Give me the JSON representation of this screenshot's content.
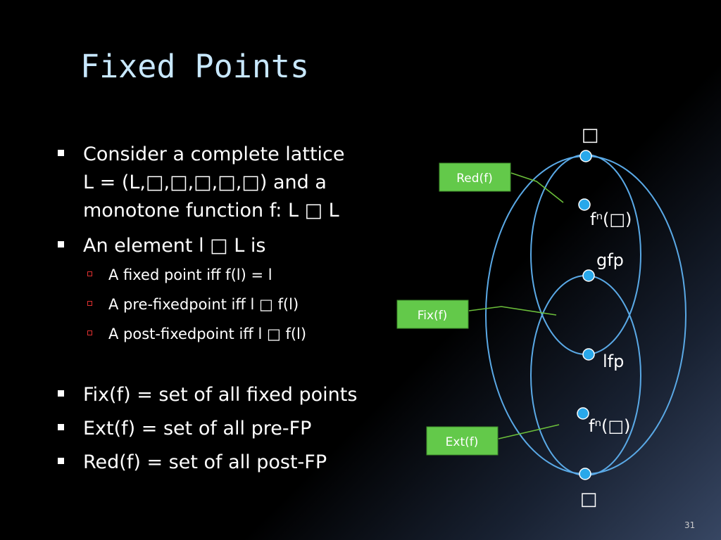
{
  "slide": {
    "title": "Fixed Points",
    "page_number": "31"
  },
  "bullets": [
    {
      "level": 1,
      "lines": [
        "Consider a complete lattice",
        "L = (L,□,□,□,□,□) and a",
        "monotone function f: L □ L"
      ]
    },
    {
      "level": 1,
      "lines": [
        "An element l □ L is"
      ]
    },
    {
      "level": 2,
      "lines": [
        "A fixed point iff f(l) = l"
      ]
    },
    {
      "level": 2,
      "lines": [
        "A pre-fixedpoint iff l □ f(l)"
      ]
    },
    {
      "level": 2,
      "lines": [
        "A post-fixedpoint iff l □ f(l)"
      ]
    },
    {
      "level": 1,
      "lines": [
        "Fix(f) = set of all fixed points"
      ]
    },
    {
      "level": 1,
      "lines": [
        "Ext(f) = set of all pre-FP"
      ]
    },
    {
      "level": 1,
      "lines": [
        "Red(f) = set of all post-FP"
      ]
    }
  ],
  "diagram": {
    "top_symbol": "□",
    "bottom_symbol": "□",
    "node_labels": {
      "fn_top": "fⁿ(□)",
      "gfp": "gfp",
      "lfp": "lfp",
      "fn_bottom": "fⁿ(□)"
    },
    "boxes": {
      "red": "Red(f)",
      "fix": "Fix(f)",
      "ext": "Ext(f)"
    }
  },
  "colors": {
    "background": "#000000",
    "title": "#c8e8ff",
    "text": "#ffffff",
    "ellipse_stroke": "#5aa9e6",
    "node_fill": "#29a8ea",
    "label_box_fill": "#63c94a",
    "connector": "#6bbf3a",
    "sub_bullet": "#e03030"
  }
}
